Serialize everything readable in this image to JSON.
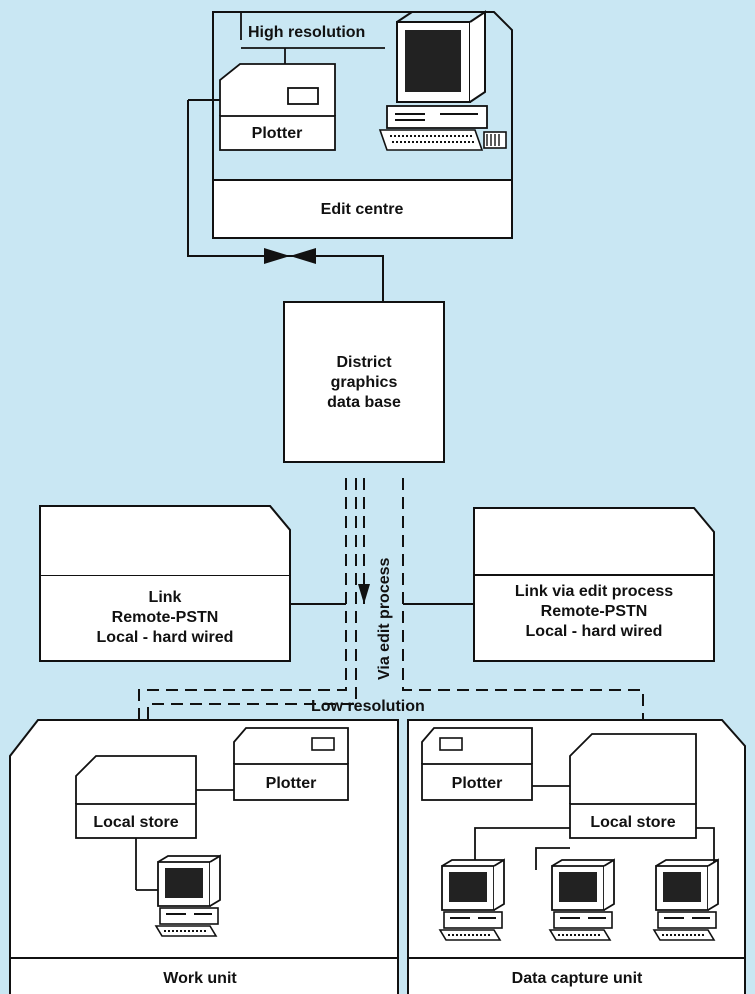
{
  "edit_centre": {
    "title": "Edit centre",
    "high_resolution": "High resolution",
    "plotter": "Plotter"
  },
  "database": {
    "line1": "District",
    "line2": "graphics",
    "line3": "data base",
    "via_edit": "Via edit process"
  },
  "link_left": {
    "line1": "Link",
    "line2": "Remote-PSTN",
    "line3": "Local - hard wired"
  },
  "link_right": {
    "line1": "Link via edit process",
    "line2": "Remote-PSTN",
    "line3": "Local - hard wired"
  },
  "low_resolution": "Low resolution",
  "work_unit": {
    "title": "Work unit",
    "plotter": "Plotter",
    "local_store": "Local store"
  },
  "data_capture_unit": {
    "title": "Data capture unit",
    "plotter": "Plotter",
    "local_store": "Local store"
  }
}
